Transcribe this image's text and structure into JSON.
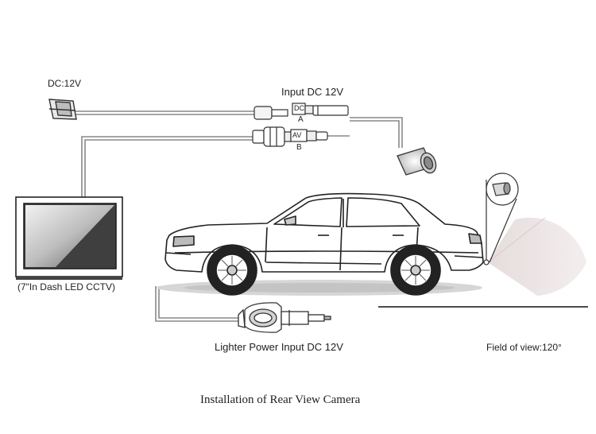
{
  "labels": {
    "dc_source": "DC:12V",
    "input_dc": "Input DC 12V",
    "plug_dc": "DC",
    "plug_a": "A",
    "plug_av": "AV",
    "plug_b": "B",
    "monitor": "(7\"In Dash LED CCTV)",
    "lighter": "Lighter Power Input DC 12V",
    "field_of_view": "Field of view:120°",
    "caption": "Installation of Rear View Camera"
  },
  "field_of_view_degrees": 120,
  "colors": {
    "line": "#333333",
    "cable": "#9a9a9a",
    "screen": "#4a4a4a",
    "screen_glare": "#cfcfcf",
    "fov_fill": "#ece4e4",
    "ground_shadow": "#d6d6d6"
  }
}
